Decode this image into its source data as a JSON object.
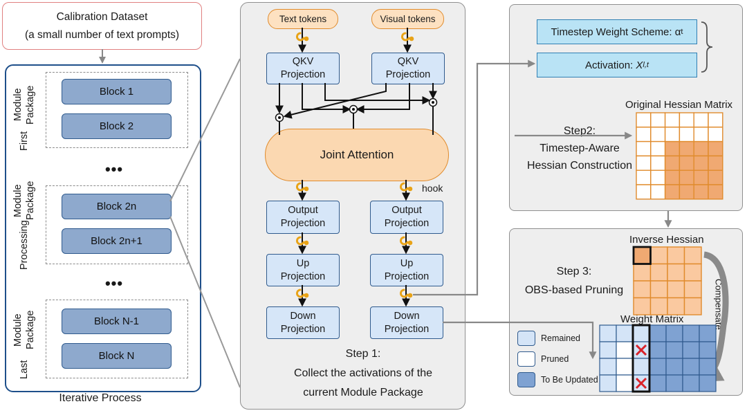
{
  "calibration": {
    "line1": "Calibration Dataset",
    "line2": "(a small number of text prompts)"
  },
  "left": {
    "packages": [
      {
        "label_line1": "First",
        "label_line2": "Module Package",
        "blocks": [
          "Block 1",
          "Block 2"
        ]
      },
      {
        "label_line1": "Processing",
        "label_line2": "Module Package",
        "blocks": [
          "Block 2n",
          "Block 2n+1"
        ]
      },
      {
        "label_line1": "Last",
        "label_line2": "Module Package",
        "blocks": [
          "Block N-1",
          "Block N"
        ]
      }
    ],
    "ellipsis": "•••",
    "caption": "Iterative Process"
  },
  "step1": {
    "text_tokens": "Text tokens",
    "visual_tokens": "Visual tokens",
    "qkv_line1": "QKV",
    "qkv_line2": "Projection",
    "joint_attention": "Joint Attention",
    "hook": "hook",
    "output_line1": "Output",
    "output_line2": "Projection",
    "up_line1": "Up",
    "up_line2": "Projection",
    "down_line1": "Down",
    "down_line2": "Projection",
    "caption_line1": "Step 1:",
    "caption_line2": "Collect the activations of the",
    "caption_line3": "current Module Package"
  },
  "step2": {
    "weight_scheme": "Timestep Weight Scheme: α",
    "weight_scheme_sub": "t",
    "activation": "Activation: ",
    "activation_var": "X",
    "activation_sub": "l,t",
    "hessian_title": "Original Hessian Matrix",
    "step_line1": "Step2:",
    "step_line2": "Timestep-Aware",
    "step_line3": "Hessian Construction"
  },
  "step3": {
    "inverse_title": "Inverse Hessian",
    "step_line1": "Step 3:",
    "step_line2": "OBS-based Pruning",
    "compensate": "Compensate",
    "weight_title": "Weight Matrix",
    "legend": [
      "Remained",
      "Pruned",
      "To Be Updated"
    ]
  },
  "colors": {
    "block": "#8ea9cd",
    "projection": "#d6e6f8",
    "token": "#fde1c1",
    "attention": "#fbd8b1",
    "hessian_dark": "#f0a972",
    "hessian_light": "#fde6d2",
    "weight_dark": "#7fa2d2",
    "weight_light": "#d4e4f7",
    "prune_mark": "#d9232a"
  }
}
